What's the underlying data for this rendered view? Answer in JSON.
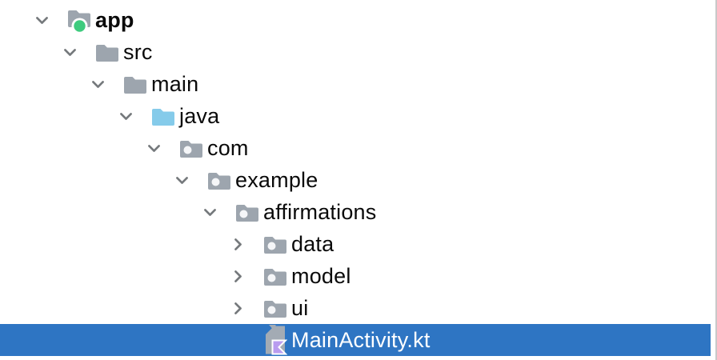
{
  "colors": {
    "selection_blue": "#2e75c3",
    "folder_gray": "#9da5ae",
    "source_folder_blue": "#85cbea",
    "modified_dot_green": "#3ecb7e",
    "package_circle": "#f5f6f8",
    "kotlin_purple": "#b99cef",
    "kotlin_doc_gray": "#a3abb4",
    "chevron_gray": "#75797c",
    "panel_border_gray": "#c9c9c9",
    "text_black": "#0a0a0a",
    "selected_text_white": "#ffffff"
  },
  "project_tree": {
    "rows": [
      {
        "label": "app",
        "level": 0,
        "icon": "modified-folder",
        "chevron": "expanded",
        "bold": true,
        "selected": false
      },
      {
        "label": "src",
        "level": 1,
        "icon": "folder",
        "chevron": "expanded",
        "bold": false,
        "selected": false
      },
      {
        "label": "main",
        "level": 2,
        "icon": "folder",
        "chevron": "expanded",
        "bold": false,
        "selected": false
      },
      {
        "label": "java",
        "level": 3,
        "icon": "source-folder",
        "chevron": "expanded",
        "bold": false,
        "selected": false
      },
      {
        "label": "com",
        "level": 4,
        "icon": "package",
        "chevron": "expanded",
        "bold": false,
        "selected": false
      },
      {
        "label": "example",
        "level": 5,
        "icon": "package",
        "chevron": "expanded",
        "bold": false,
        "selected": false
      },
      {
        "label": "affirmations",
        "level": 6,
        "icon": "package",
        "chevron": "expanded",
        "bold": false,
        "selected": false
      },
      {
        "label": "data",
        "level": 7,
        "icon": "package",
        "chevron": "collapsed",
        "bold": false,
        "selected": false
      },
      {
        "label": "model",
        "level": 7,
        "icon": "package",
        "chevron": "collapsed",
        "bold": false,
        "selected": false
      },
      {
        "label": "ui",
        "level": 7,
        "icon": "package",
        "chevron": "collapsed",
        "bold": false,
        "selected": false
      },
      {
        "label": "MainActivity.kt",
        "level": 7,
        "icon": "kotlin-file",
        "chevron": "none",
        "bold": false,
        "selected": true
      }
    ]
  }
}
